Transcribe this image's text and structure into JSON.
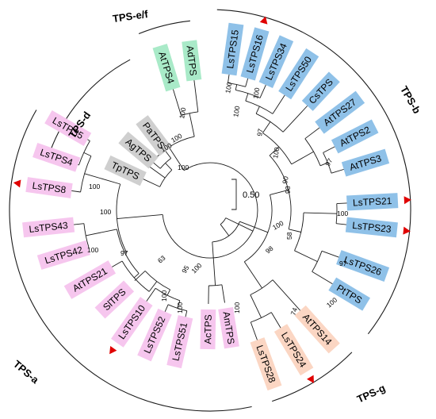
{
  "colors": {
    "TPS-a": "#f6c6ee",
    "TPS-b": "#8fc1e8",
    "TPS-d": "#cfcfcf",
    "TPS-e/f": "#a9eac8",
    "TPS-g": "#fbd6c3",
    "marker": "#e00000"
  },
  "scale_bar": {
    "label": "0.50"
  },
  "groups": [
    {
      "id": "tps-ef",
      "label": "TPS-e/f"
    },
    {
      "id": "tps-b",
      "label": "TPS-b"
    },
    {
      "id": "tps-g",
      "label": "TPS-g"
    },
    {
      "id": "tps-a",
      "label": "TPS-a"
    },
    {
      "id": "tps-d",
      "label": "TPS-d"
    }
  ],
  "tips": [
    {
      "label": "AtTPS4",
      "group": "TPS-e/f",
      "marked": false
    },
    {
      "label": "AdTPS",
      "group": "TPS-e/f",
      "marked": false
    },
    {
      "label": "LsTPS15",
      "group": "TPS-b",
      "marked": false
    },
    {
      "label": "LsTPS16",
      "group": "TPS-b",
      "marked": true
    },
    {
      "label": "LsTPS34",
      "group": "TPS-b",
      "marked": false
    },
    {
      "label": "LsTPS50",
      "group": "TPS-b",
      "marked": false
    },
    {
      "label": "CsTPS",
      "group": "TPS-b",
      "marked": false
    },
    {
      "label": "AtTPS27",
      "group": "TPS-b",
      "marked": false
    },
    {
      "label": "AtTPS2",
      "group": "TPS-b",
      "marked": false
    },
    {
      "label": "AtTPS3",
      "group": "TPS-b",
      "marked": false
    },
    {
      "label": "LsTPS21",
      "group": "TPS-b",
      "marked": true
    },
    {
      "label": "LsTPS23",
      "group": "TPS-b",
      "marked": true
    },
    {
      "label": "LsTPS26",
      "group": "TPS-b",
      "marked": false
    },
    {
      "label": "PtTPS",
      "group": "TPS-b",
      "marked": false
    },
    {
      "label": "AtTPS14",
      "group": "TPS-g",
      "marked": false
    },
    {
      "label": "LsTPS24",
      "group": "TPS-g",
      "marked": true
    },
    {
      "label": "LsTPS28",
      "group": "TPS-g",
      "marked": false
    },
    {
      "label": "AmTPS",
      "group": "TPS-a",
      "marked": false
    },
    {
      "label": "AcTPS",
      "group": "TPS-a",
      "marked": false
    },
    {
      "label": "LsTPS51",
      "group": "TPS-a",
      "marked": false
    },
    {
      "label": "LsTPS52",
      "group": "TPS-a",
      "marked": false
    },
    {
      "label": "LsTPS10",
      "group": "TPS-a",
      "marked": true
    },
    {
      "label": "SlTPS",
      "group": "TPS-a",
      "marked": false
    },
    {
      "label": "AtTPS21",
      "group": "TPS-a",
      "marked": false
    },
    {
      "label": "LsTPS42",
      "group": "TPS-a",
      "marked": false
    },
    {
      "label": "LsTPS43",
      "group": "TPS-a",
      "marked": false
    },
    {
      "label": "LsTPS8",
      "group": "TPS-a",
      "marked": true
    },
    {
      "label": "LsTPS4",
      "group": "TPS-a",
      "marked": false
    },
    {
      "label": "LsTPS5",
      "group": "TPS-a",
      "marked": false
    },
    {
      "label": "TpTPS",
      "group": "TPS-d",
      "marked": false
    },
    {
      "label": "AgTPS",
      "group": "TPS-d",
      "marked": false
    },
    {
      "label": "PaTPS",
      "group": "TPS-d",
      "marked": false
    }
  ],
  "bootstrap": [
    "100",
    "100",
    "100",
    "97",
    "100",
    "90",
    "97",
    "98",
    "100",
    "58",
    "97",
    "100",
    "98",
    "100",
    "74",
    "100",
    "100",
    "100",
    "95",
    "100",
    "63",
    "100",
    "97",
    "100",
    "100",
    "100",
    "100",
    "100",
    "100"
  ]
}
